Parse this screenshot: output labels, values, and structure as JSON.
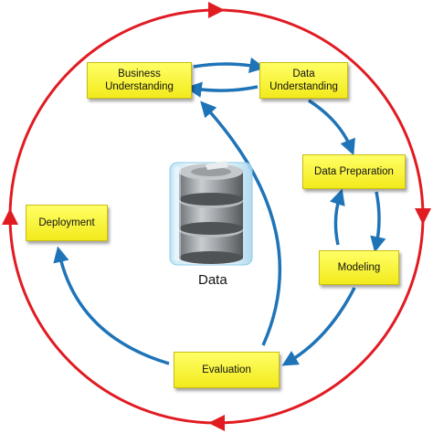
{
  "phases": {
    "business_understanding": "Business Understanding",
    "data_understanding": "Data Understanding",
    "data_preparation": "Data Preparation",
    "modeling": "Modeling",
    "evaluation": "Evaluation",
    "deployment": "Deployment"
  },
  "center_label": "Data",
  "colors": {
    "outer_cycle_arrow": "#e11b22",
    "inner_arrow": "#1f74b8",
    "box_fill": "#f5ee2a",
    "database": "#8f9498"
  },
  "icons": {
    "center": "database-icon"
  }
}
